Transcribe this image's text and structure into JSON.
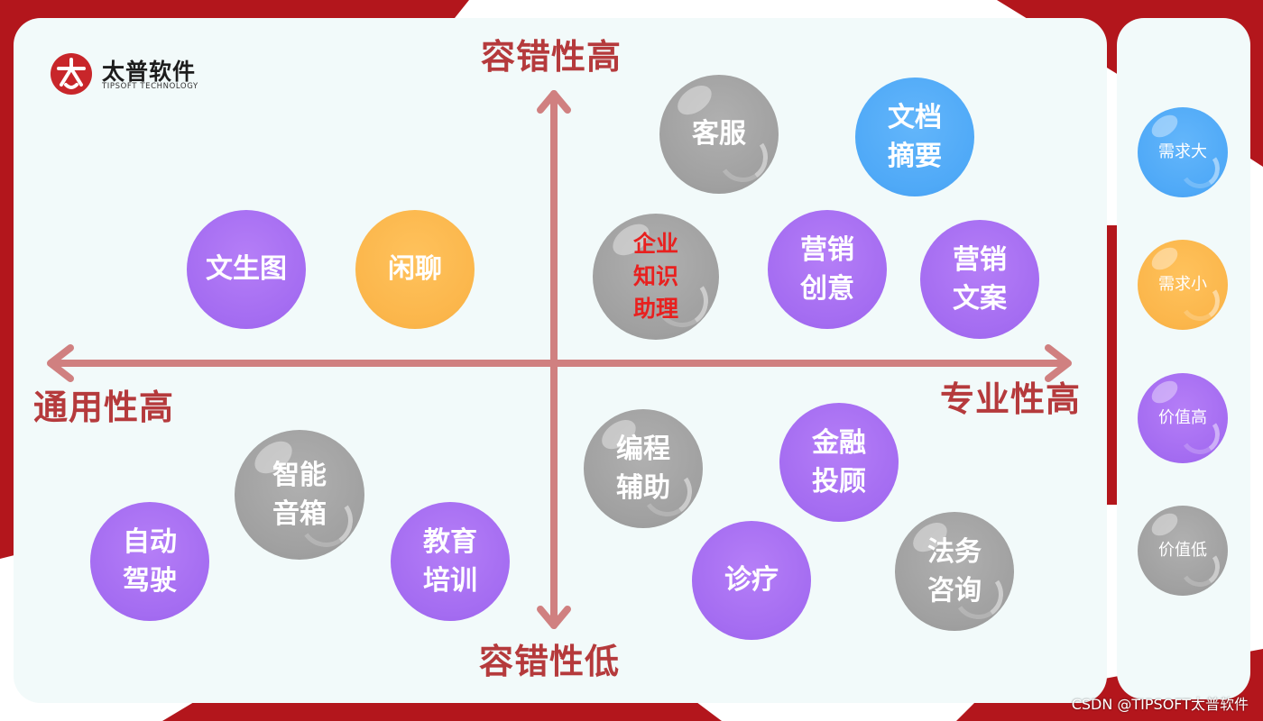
{
  "logo": {
    "name_cn": "太普软件",
    "name_en": "TIPSOFT TECHNOLOGY"
  },
  "axes": {
    "top": "容错性高",
    "bottom": "容错性低",
    "left": "通用性高",
    "right": "专业性高"
  },
  "bubbles": [
    {
      "text": "客服",
      "color": "gray"
    },
    {
      "text": "文档\n摘要",
      "color": "blue"
    },
    {
      "text": "文生图",
      "color": "purple"
    },
    {
      "text": "闲聊",
      "color": "orange"
    },
    {
      "text": "企业\n知识\n助理",
      "color": "gray"
    },
    {
      "text": "营销\n创意",
      "color": "purple"
    },
    {
      "text": "营销\n文案",
      "color": "purple"
    },
    {
      "text": "智能\n音箱",
      "color": "gray"
    },
    {
      "text": "自动\n驾驶",
      "color": "purple"
    },
    {
      "text": "教育\n培训",
      "color": "purple"
    },
    {
      "text": "编程\n辅助",
      "color": "gray"
    },
    {
      "text": "金融\n投顾",
      "color": "purple"
    },
    {
      "text": "诊疗",
      "color": "purple"
    },
    {
      "text": "法务\n咨询",
      "color": "gray"
    }
  ],
  "legend": [
    {
      "text": "需求大",
      "color": "blue"
    },
    {
      "text": "需求小",
      "color": "orange"
    },
    {
      "text": "价值高",
      "color": "purple"
    },
    {
      "text": "价值低",
      "color": "gray"
    }
  ],
  "colors": {
    "background_red": "#b3161c",
    "panel": "#f2fafa",
    "axis": "#d08080",
    "axis_label": "#b53a3c",
    "purple": "#a46cf1",
    "gray": "#a0a0a0",
    "orange": "#fbb64b",
    "blue": "#4fa9f7",
    "highlight_text": "#e8201f"
  },
  "watermark": "CSDN @TIPSOFT太普软件"
}
